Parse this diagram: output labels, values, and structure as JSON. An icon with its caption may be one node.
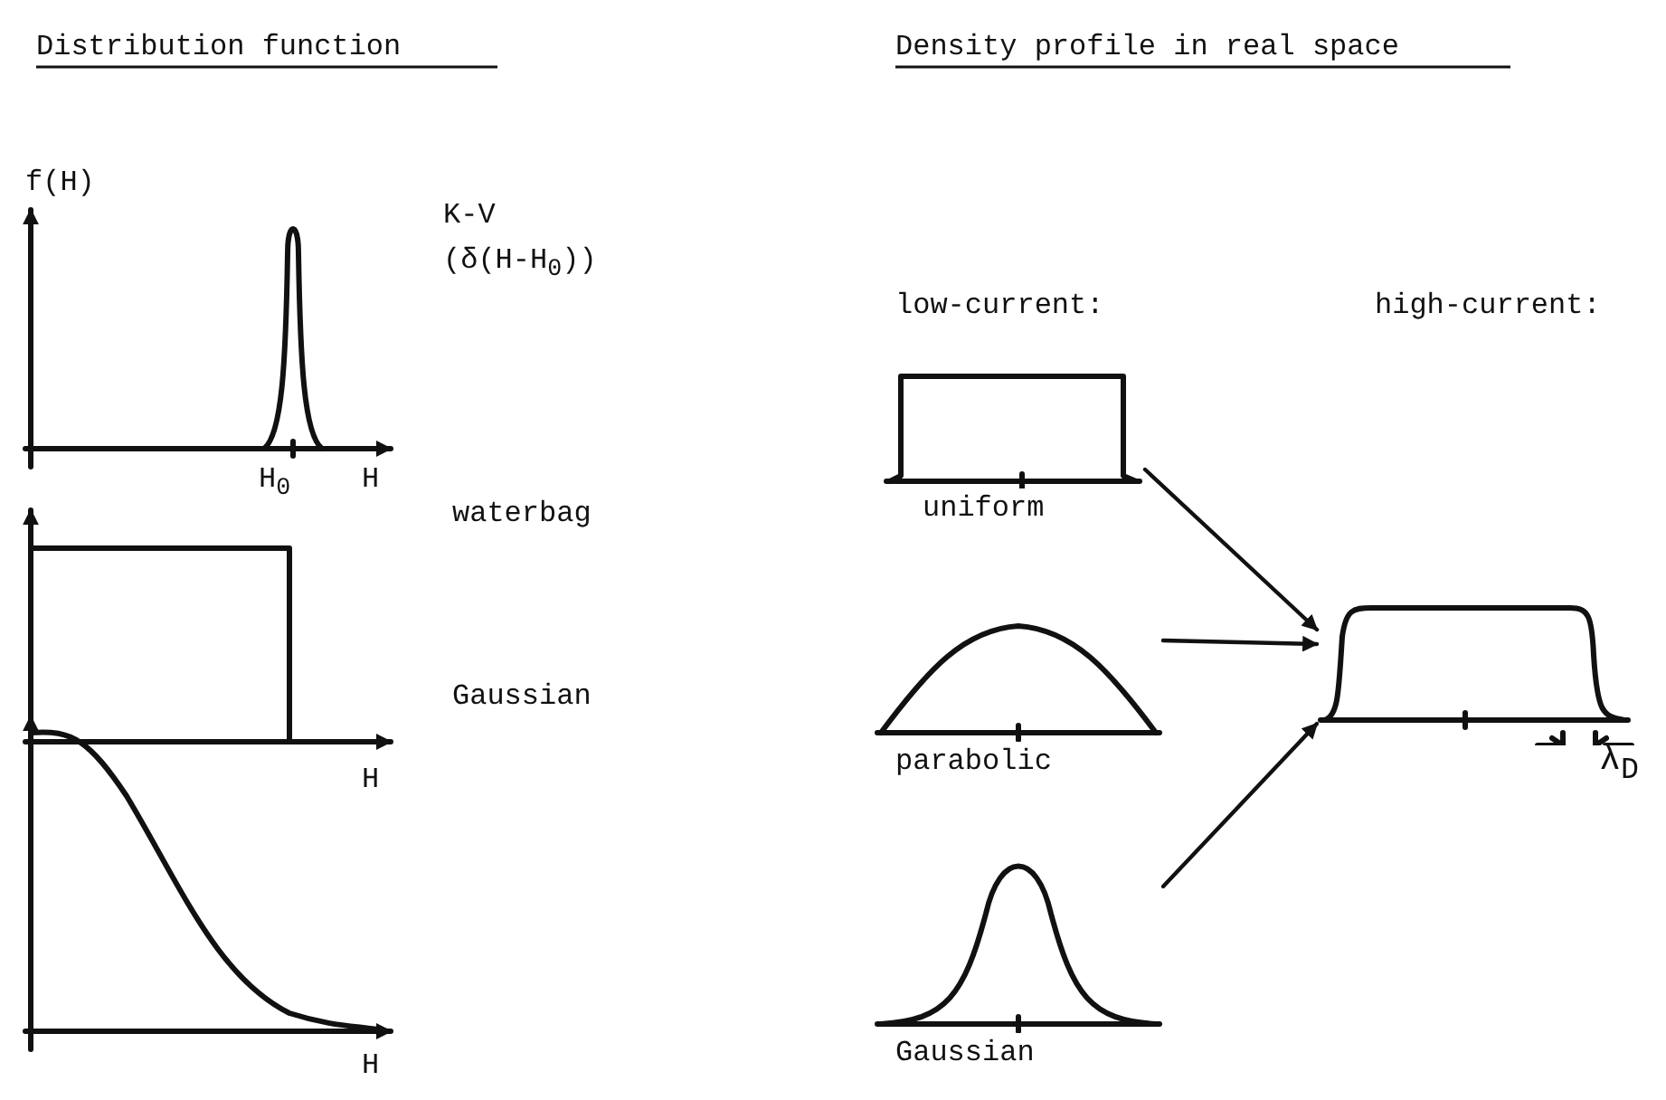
{
  "diagram": {
    "nodes": [
      {
        "text": [],
        "shape": "picture",
        "beside": [
          "uniform"
        ]
      },
      {
        "text": [],
        "shape": "picture",
        "beside": [
          "parabolic"
        ]
      },
      {
        "text": [],
        "shape": "picture",
        "beside": [
          "Gaussian"
        ]
      },
      {
        "text": [],
        "shape": "picture"
      }
    ],
    "edges": [
      {
        "from": 0,
        "to": 3,
        "arrow": "to"
      },
      {
        "from": 1,
        "to": 3,
        "arrow": "to"
      },
      {
        "from": 2,
        "to": 3,
        "arrow": "to"
      }
    ],
    "labels": [
      "Distribution function",
      "Density profile in real space",
      "f(H)",
      "low-current:",
      "high-current:",
      "K-V",
      "(δ(H-H$_{0}$))",
      "H$_{0}$",
      "H",
      "waterbag",
      "H",
      "Gaussian",
      "H",
      "λ$_{D}$"
    ]
  }
}
